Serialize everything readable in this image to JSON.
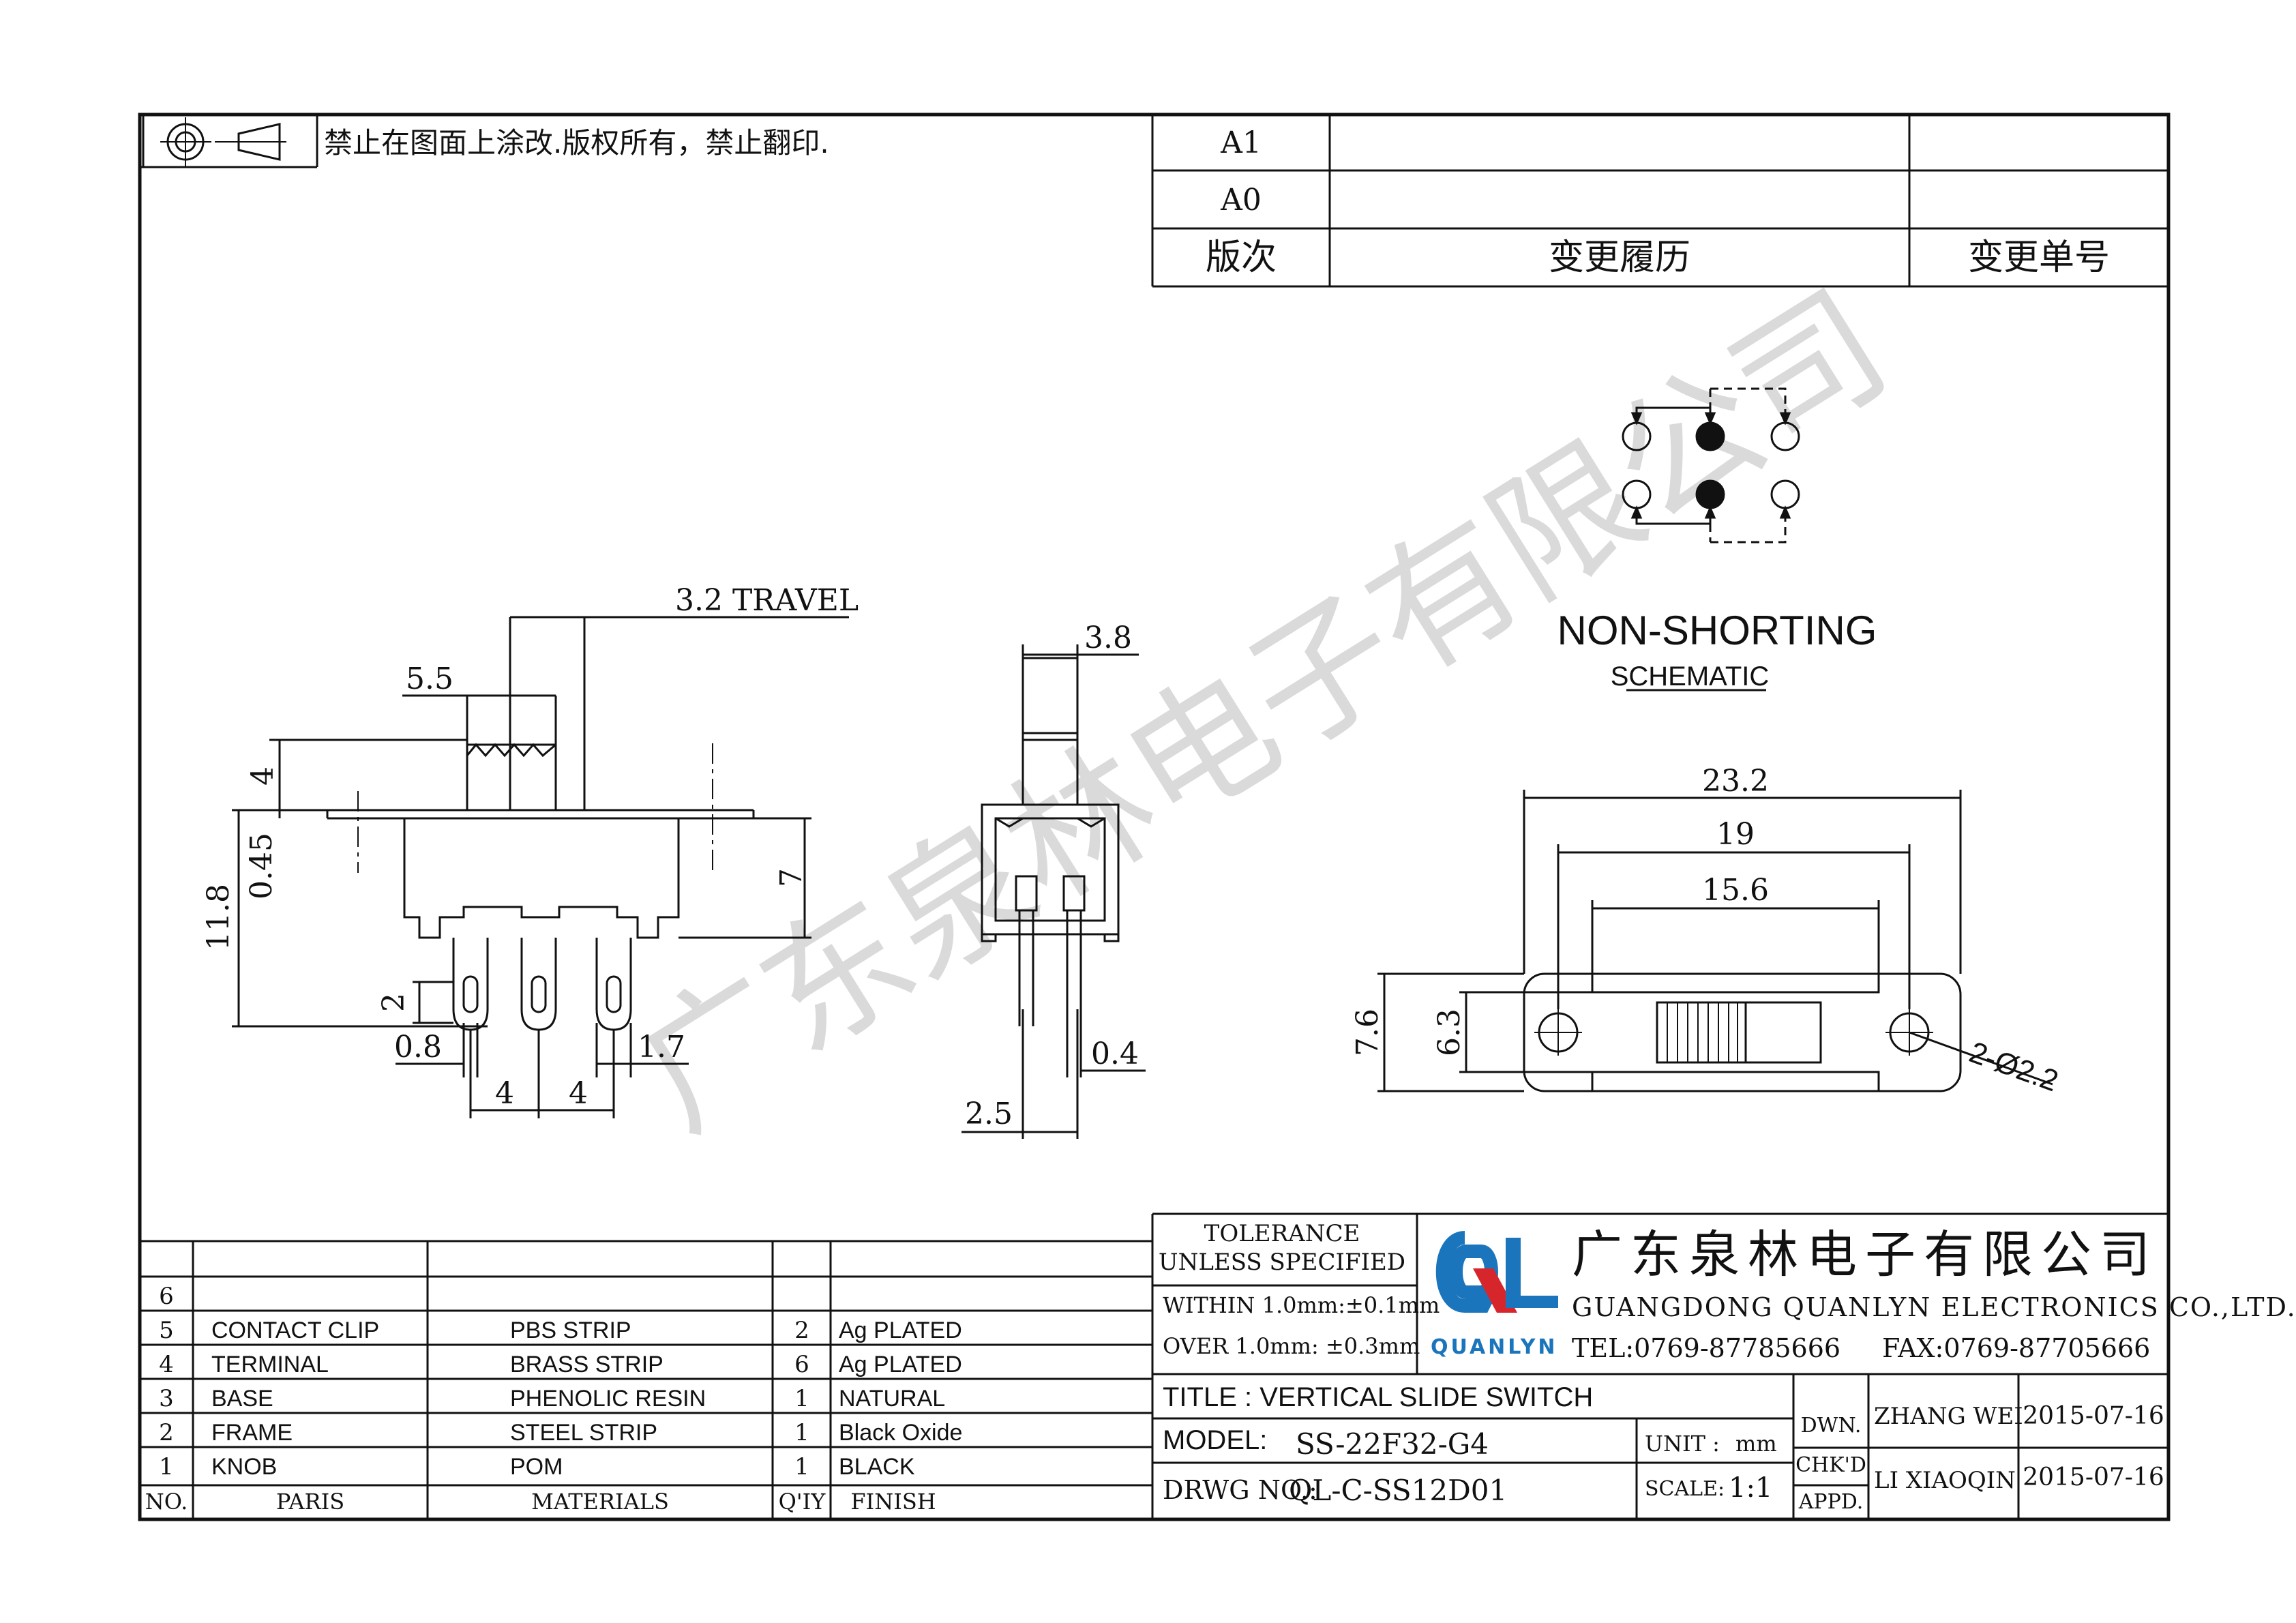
{
  "header": {
    "notice": "禁止在图面上涂改.版权所有，禁止翻印.",
    "revision_rows": [
      {
        "rev": "A1",
        "history": "",
        "number": ""
      },
      {
        "rev": "A0",
        "history": "",
        "number": ""
      }
    ],
    "revision_header": {
      "rev": "版次",
      "history": "变更履历",
      "number": "变更单号"
    }
  },
  "watermark": "广东泉林电子有限公司",
  "side_view": {
    "travel": "3.2 TRAVEL",
    "dim_5_5": "5.5",
    "dim_4": "4",
    "dim_0_45": "0.45",
    "dim_11_8": "11.8",
    "dim_7": "7",
    "dim_2": "2",
    "dim_0_8": "0.8",
    "dim_1_7": "1.7",
    "dim_4a": "4",
    "dim_4b": "4"
  },
  "end_view": {
    "dim_3_8": "3.8",
    "dim_0_4": "0.4",
    "dim_2_5": "2.5"
  },
  "schematic": {
    "title": "NON-SHORTING",
    "subtitle": "SCHEMATIC"
  },
  "top_view": {
    "dim_23_2": "23.2",
    "dim_19": "19",
    "dim_15_6": "15.6",
    "dim_7_6": "7.6",
    "dim_6_3": "6.3",
    "holes": "2-Ø2.2"
  },
  "parts_list": {
    "rows": [
      {
        "no": "6",
        "part": "",
        "material": "",
        "qty": "",
        "finish": ""
      },
      {
        "no": "5",
        "part": "CONTACT CLIP",
        "material": "PBS STRIP",
        "qty": "2",
        "finish": "Ag PLATED"
      },
      {
        "no": "4",
        "part": "TERMINAL",
        "material": "BRASS STRIP",
        "qty": "6",
        "finish": "Ag PLATED"
      },
      {
        "no": "3",
        "part": "BASE",
        "material": "PHENOLIC RESIN",
        "qty": "1",
        "finish": "NATURAL"
      },
      {
        "no": "2",
        "part": "FRAME",
        "material": "STEEL STRIP",
        "qty": "1",
        "finish": "Black Oxide"
      },
      {
        "no": "1",
        "part": "KNOB",
        "material": "POM",
        "qty": "1",
        "finish": "BLACK"
      }
    ],
    "header": {
      "no": "NO.",
      "part": "PARIS",
      "material": "MATERIALS",
      "qty": "Q'IY",
      "finish": "FINISH"
    }
  },
  "tolerance": {
    "line1": "TOLERANCE",
    "line2": "UNLESS SPECIFIED",
    "within": "WITHIN 1.0mm:±0.1mm",
    "over": "OVER 1.0mm:  ±0.3mm"
  },
  "company": {
    "name_cn": "广东泉林电子有限公司",
    "name_en": "GUANGDONG QUANLYN ELECTRONICS CO.,LTD.",
    "logo_text": "QUANLYN",
    "tel": "TEL:0769-87785666",
    "fax": "FAX:0769-87705666",
    "logo_blue": "#1b75bc",
    "logo_red": "#d7262b"
  },
  "title_block": {
    "title": "TITLE :  VERTICAL SLIDE SWITCH",
    "model_label": "MODEL:",
    "model_value": "SS-22F32-G4",
    "unit_label": "UNIT :",
    "unit_value": "mm",
    "drwg_label": "DRWG NO.:",
    "drwg_value": "QL-C-SS12D01",
    "scale_label": "SCALE:",
    "scale_value": "1:1",
    "dwn_label": "DWN.",
    "chkd_label": "CHK'D",
    "appd_label": "APPD.",
    "dwn_name": "ZHANG WEI",
    "dwn_date": "2015-07-16",
    "chk_name": "LI XIAOQIN",
    "chk_date": "2015-07-16"
  }
}
